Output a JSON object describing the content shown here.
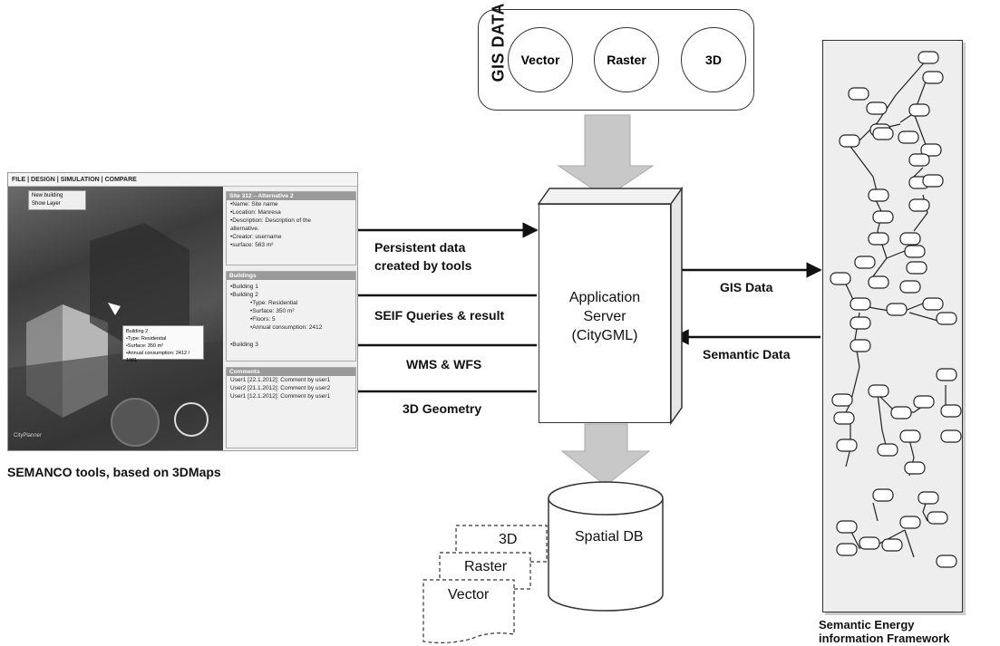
{
  "gis": {
    "title": "GIS DATA",
    "items": [
      "Vector",
      "Raster",
      "3D"
    ]
  },
  "server": {
    "line1": "Application",
    "line2": "Server",
    "line3": "(CityGML)"
  },
  "arrows_left": {
    "persistent_1": "Persistent data",
    "persistent_2": "created by tools",
    "seif": "SEIF Queries & result",
    "wms": "WMS & WFS",
    "geometry": "3D Geometry"
  },
  "arrows_right": {
    "gis_data": "GIS Data",
    "semantic_data": "Semantic Data"
  },
  "db": {
    "label": "Spatial DB",
    "layers": [
      "3D",
      "Raster",
      "Vector"
    ]
  },
  "tools_caption": "SEMANCO tools, based on 3DMaps",
  "seif_caption_1": "Semantic Energy",
  "seif_caption_2": "information Framework",
  "screenshot": {
    "menu": "FILE | DESIGN | SIMULATION | COMPARE",
    "map_menu": [
      "New building",
      "Show Layer"
    ],
    "site_header": "Site 312 – Alternative 2",
    "site_lines": [
      "•Name: Site name",
      "•Location: Manresa",
      "•Description: Description of the",
      "alternative.",
      "•Creator: username",
      "•surface: 563 m²"
    ],
    "buildings_header": "Buildings",
    "buildings_lines": [
      "•Building 1",
      "•Building 2",
      "      •Type: Residential",
      "      •Surface: 350 m²",
      "      •Floors: 5",
      "      •Annual consumption: 2412",
      "",
      "•Building 3"
    ],
    "comments_header": "Comments",
    "comments_lines": [
      "User1 [22.1.2012]: Comment by user1",
      "User2 [21.1.2012]: Comment by user2",
      "User1 [12.1.2012]: Comment by user1"
    ],
    "tooltip_lines": [
      "Building 2",
      "•Type: Residential",
      "•Surface: 350 m²",
      "•Annual consumption: 2412 / 1981"
    ],
    "logo": "CityPlanner"
  },
  "colors": {
    "stroke": "#333333",
    "fat_arrow": "#c8c8c8",
    "panel_bg": "#eeeeee"
  }
}
